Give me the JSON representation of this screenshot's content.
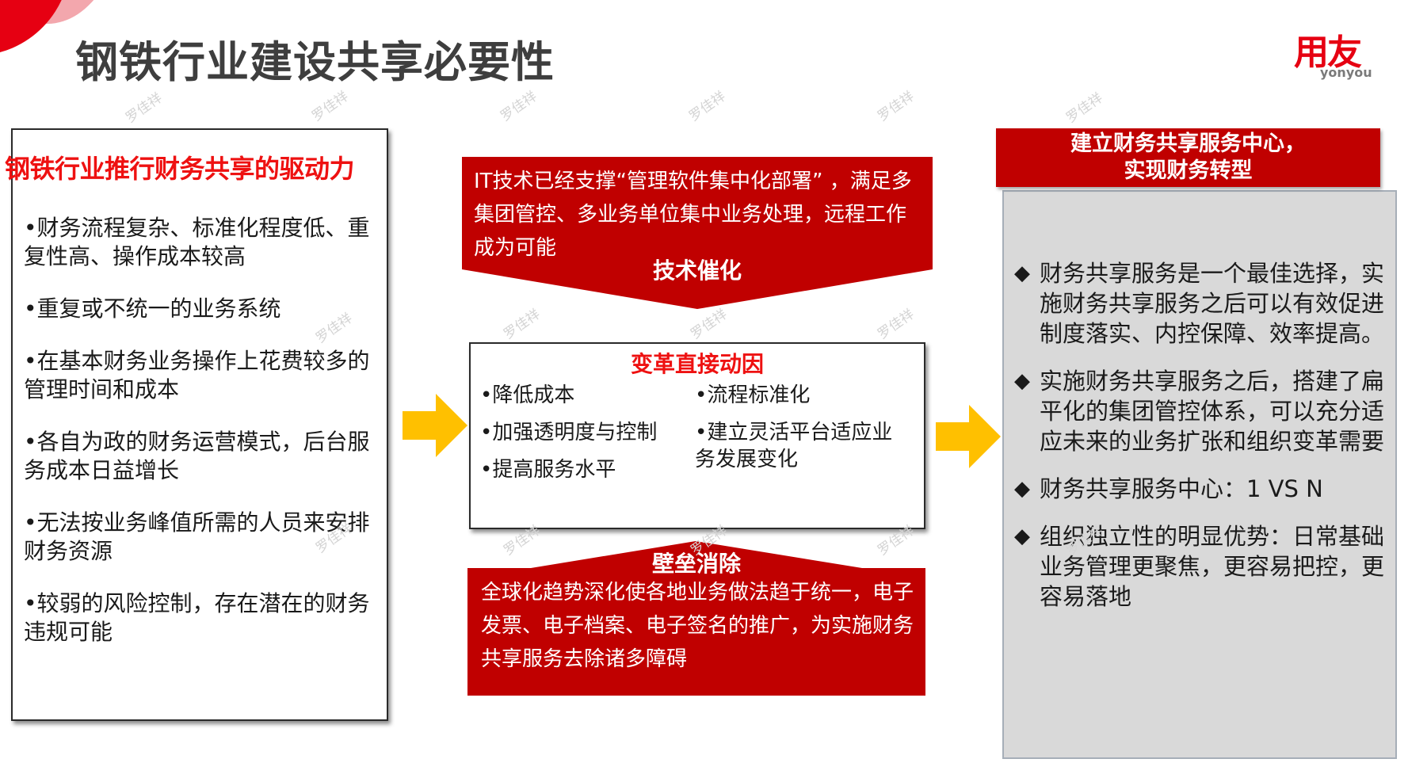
{
  "header": {
    "title": "钢铁行业建设共享必要性",
    "logo": {
      "chinese": "用友",
      "english": "yonyou"
    }
  },
  "watermark_text": "罗佳祥",
  "left_panel": {
    "heading": "钢铁行业推行财务共享的驱动力",
    "items": [
      "•财务流程复杂、标准化程度低、重复性高、操作成本较高",
      "•重复或不统一的业务系统",
      "•在基本财务业务操作上花费较多的管理时间和成本",
      "•各自为政的财务运营模式，后台服务成本日益增长",
      "•无法按业务峰值所需的人员来安排财务资源",
      "•较弱的风险控制，存在潜在的财务违规可能"
    ]
  },
  "middle": {
    "top_banner": {
      "text": " IT技术已经支撑“管理软件集中化部署” ，满足多集团管控、多业务单位集中业务处理，远程工作成为可能",
      "label": "技术催化"
    },
    "center_box": {
      "title": "变革直接动因",
      "left_items": [
        "•降低成本",
        "•加强透明度与控制",
        "•提高服务水平"
      ],
      "right_items": [
        "•流程标准化",
        "•建立灵活平台适应业务发展变化"
      ]
    },
    "bottom_banner": {
      "label": "壁垒消除",
      "text": "全球化趋势深化使各地业务做法趋于统一，电子发票、电子档案、电子签名的推广，为实施财务共享服务去除诸多障碍"
    }
  },
  "right_panel": {
    "heading_line1": "建立财务共享服务中心，",
    "heading_line2": "实现财务转型",
    "bullet_glyph": "◆",
    "items": [
      "财务共享服务是一个最佳选择，实施财务共享服务之后可以有效促进制度落实、内控保障、效率提高。",
      "实施财务共享服务之后，搭建了扁平化的集团管控体系，可以充分适应未来的业务扩张和组织变革需要",
      "财务共享服务中心：1 VS N",
      "组织独立性的明显优势：日常基础业务管理更聚焦，更容易把控，更容易落地"
    ]
  },
  "colors": {
    "brand_red": "#e60012",
    "banner_red": "#c00000",
    "heading_red": "#ee1111",
    "arrow_yellow": "#ffc000",
    "panel_gray": "#d9d9d9",
    "title_gray": "#3e3e3e"
  }
}
